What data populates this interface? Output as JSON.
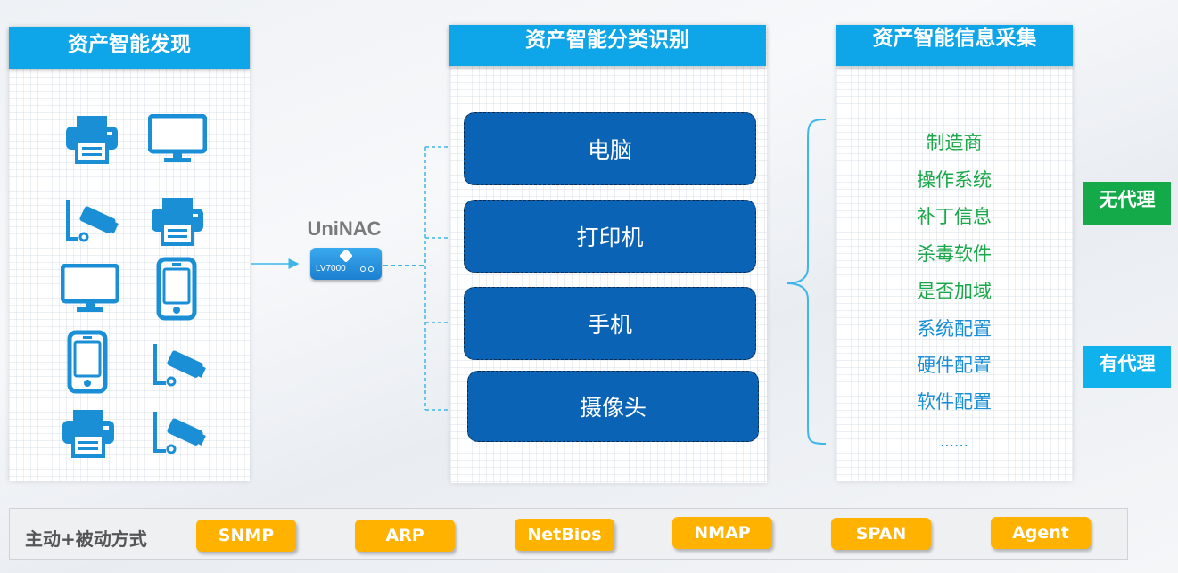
{
  "panels": {
    "discovery": {
      "title": "资产智能发现"
    },
    "classification": {
      "title": "资产智能分类识别"
    },
    "collection": {
      "title": "资产智能信息采集"
    }
  },
  "device": {
    "name": "UniNAC",
    "model": "LV7000"
  },
  "categories": [
    "电脑",
    "打印机",
    "手机",
    "摄像头"
  ],
  "info_items": [
    "制造商",
    "操作系统",
    "补丁信息",
    "杀毒软件",
    "是否加域",
    "系统配置",
    "硬件配置",
    "软件配置",
    "……"
  ],
  "tags": {
    "no_agent": "无代理",
    "with_agent": "有代理"
  },
  "bottom": {
    "label": "主动+被动方式",
    "protocols": [
      "SNMP",
      "ARP",
      "NetBios",
      "NMAP",
      "SPAN",
      "Agent"
    ]
  },
  "colors": {
    "header_blue": "#0fa5e9",
    "box_blue": "#0a63b5",
    "icon_blue": "#1a8fd6",
    "green": "#1aa84a",
    "orange": "#ffb300"
  }
}
